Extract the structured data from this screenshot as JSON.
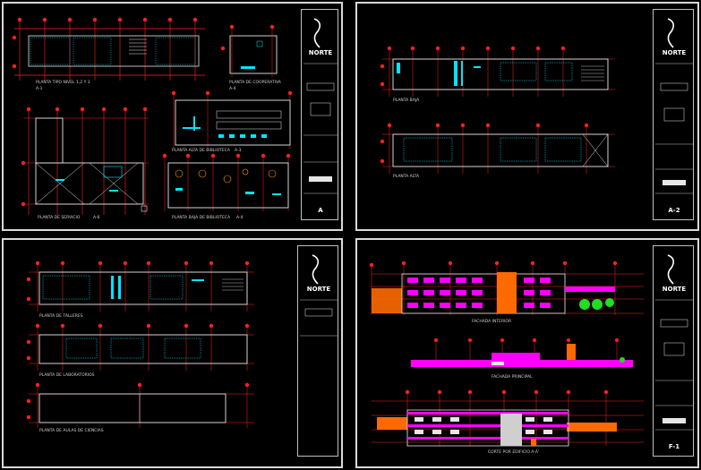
{
  "sheets": [
    {
      "id": "A-1",
      "labels": {
        "planta_tipo": "PLANTA TIPO NIVEL 1,2 Y 3",
        "planta_tipo_code": "A-1",
        "cooperativa": "PLANTA DE COOPERATIVA",
        "cooperativa_code": "A-4",
        "servicio": "PLANTA DE SERVICIO",
        "servicio_code": "A-6",
        "alta_biblio": "PLANTA ALTA DE BIBLIOTECA",
        "alta_biblio_code": "A-3",
        "baja_biblio": "PLANTA BAJA DE BIBLIOTECA",
        "baja_biblio_code": "A-4"
      },
      "titleblock": {
        "brand": "NORTE",
        "sheet_no": "A"
      }
    },
    {
      "id": "A-2",
      "labels": {
        "baja": "PLANTA BAJA",
        "alta": "PLANTA ALTA"
      },
      "titleblock": {
        "brand": "NORTE",
        "sheet_no": "A-2"
      }
    },
    {
      "id": "A-3",
      "labels": {
        "talleres": "PLANTA DE TALLERES",
        "laboratorios": "PLANTA DE LABORATORIOS",
        "aulas": "PLANTA DE AULAS DE CIENCIAS"
      },
      "titleblock": {
        "brand": "NORTE",
        "sheet_no": ""
      }
    },
    {
      "id": "F-1",
      "labels": {
        "fachada_interior": "FACHADA INTERIOR",
        "fachada_principal": "FACHADA PRINCIPAL",
        "corte": "CORTE POR EDIFICIO A-A'"
      },
      "titleblock": {
        "brand": "NORTE",
        "sheet_no": "F-1"
      }
    }
  ],
  "colors": {
    "grid_red": "#ff2020",
    "line_white": "#e6e6e6",
    "furniture_cyan": "#00e5ff",
    "facade_magenta": "#ff00ff",
    "facade_orange": "#ff6a00",
    "tree_green": "#22dd22",
    "frame_grey": "#d9d9d9"
  }
}
